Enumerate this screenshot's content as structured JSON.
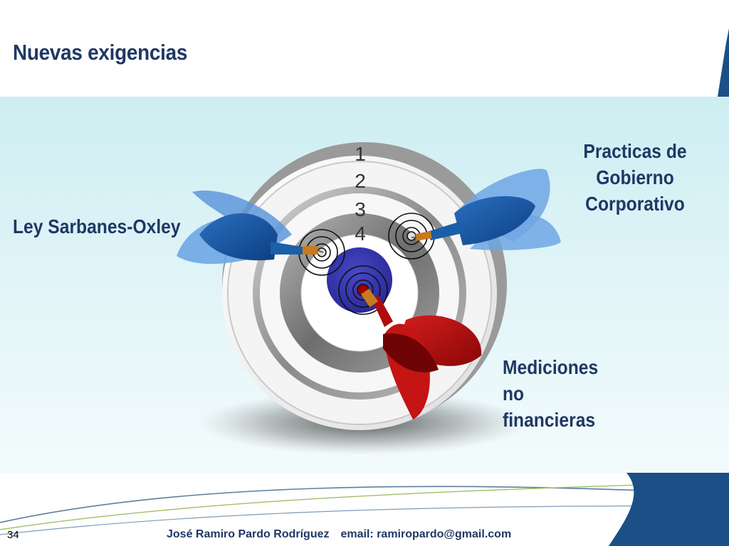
{
  "slide": {
    "title": "Nuevas exigencias",
    "labels": {
      "left": "Ley Sarbanes-Oxley",
      "right": [
        "Practicas de",
        "Gobierno",
        "Corporativo"
      ],
      "bottom": [
        "Mediciones",
        "no",
        "financieras"
      ]
    },
    "target": {
      "ring_numbers": [
        "1",
        "2",
        "3",
        "4"
      ],
      "icons": {
        "board": "dartboard-icon",
        "darts": [
          "blue-dart-icon",
          "blue-dart-icon",
          "red-dart-icon"
        ]
      }
    }
  },
  "footer": {
    "page_number": "34",
    "author": "José Ramiro Pardo Rodríguez",
    "email": "email: ramiropardo@gmail.com"
  },
  "colors": {
    "title": "#1f3864",
    "panel": "#d6f1f5",
    "accent_blue": "#1a5fa8",
    "accent_red": "#b00a0a",
    "bullseye": "#3b3bb0"
  }
}
